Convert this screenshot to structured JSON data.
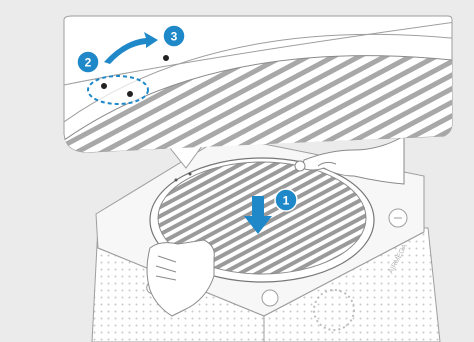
{
  "steps": [
    {
      "number": "1",
      "color": "#1e88c9"
    },
    {
      "number": "2",
      "color": "#1e88c9"
    },
    {
      "number": "3",
      "color": "#1e88c9"
    }
  ],
  "device": {
    "brand_text": "AIRMEGA"
  },
  "colors": {
    "background": "#ebebeb",
    "callout_fill": "#ffffff",
    "accent_blue": "#1e88c9",
    "line": "#9e9e9e"
  },
  "icons": [
    "arrow-down-icon",
    "arrow-right-curved-icon",
    "dashed-highlight-icon"
  ]
}
